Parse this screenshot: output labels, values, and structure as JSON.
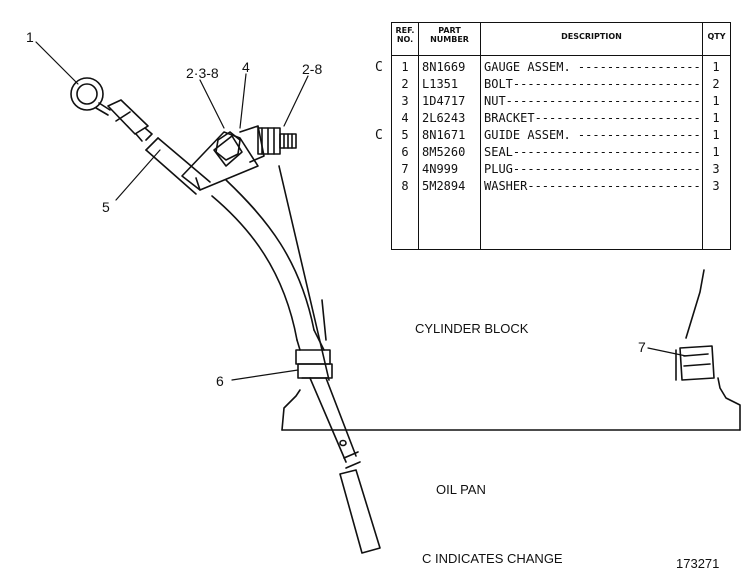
{
  "callouts": {
    "c1": "1",
    "c238": "2·3-8",
    "c4": "4",
    "c28": "2-8",
    "c5": "5",
    "c6": "6",
    "c7": "7"
  },
  "table": {
    "headers": {
      "ref_line1": "REF.",
      "ref_line2": "NO.",
      "part_line1": "PART",
      "part_line2": "NUMBER",
      "description": "DESCRIPTION",
      "qty": "QTY"
    },
    "rows": [
      {
        "ref": "1",
        "part": "8N1669",
        "desc": "GAUGE ASSEM. ------------------",
        "qty": "1",
        "change": "C"
      },
      {
        "ref": "2",
        "part": "L1351",
        "desc": "BOLT--------------------------",
        "qty": "2",
        "change": ""
      },
      {
        "ref": "3",
        "part": "1D4717",
        "desc": "NUT---------------------------",
        "qty": "1",
        "change": ""
      },
      {
        "ref": "4",
        "part": "2L6243",
        "desc": "BRACKET-----------------------",
        "qty": "1",
        "change": ""
      },
      {
        "ref": "5",
        "part": "8N1671",
        "desc": "GUIDE ASSEM. ------------------",
        "qty": "1",
        "change": "C"
      },
      {
        "ref": "6",
        "part": "8M5260",
        "desc": "SEAL--------------------------",
        "qty": "1",
        "change": ""
      },
      {
        "ref": "7",
        "part": "4N999",
        "desc": "PLUG--------------------------",
        "qty": "3",
        "change": ""
      },
      {
        "ref": "8",
        "part": "5M2894",
        "desc": "WASHER------------------------",
        "qty": "3",
        "change": ""
      }
    ]
  },
  "labels": {
    "cylinder_block": "CYLINDER BLOCK",
    "oil_pan": "OIL PAN",
    "change_note": "C INDICATES CHANGE",
    "figure_number": "173271"
  }
}
